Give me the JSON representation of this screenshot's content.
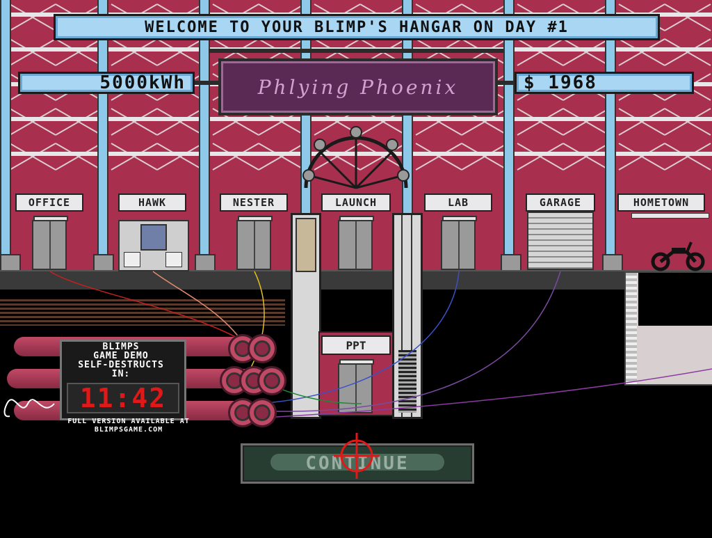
{
  "header": {
    "welcome": "WELCOME TO YOUR BLIMP'S HANGAR ON DAY #1",
    "energy": "5000kWh",
    "blimp_name": "Phlying Phoenix",
    "money": "$ 1968"
  },
  "rooms": [
    {
      "id": "office",
      "label": "OFFICE"
    },
    {
      "id": "hawk",
      "label": "HAWK"
    },
    {
      "id": "nester",
      "label": "NESTER"
    },
    {
      "id": "launch",
      "label": "LAUNCH"
    },
    {
      "id": "lab",
      "label": "LAB"
    },
    {
      "id": "garage",
      "label": "GARAGE"
    },
    {
      "id": "hometown",
      "label": "HOMETOWN"
    }
  ],
  "ppt": {
    "label": "PPT"
  },
  "bomb": {
    "title": "BLIMPS\nGAME DEMO\nSELF-DESTRUCTS\nIN:",
    "timer": "11:42",
    "footer": "FULL VERSION AVAILABLE AT\nBLIMPSGAME.COM"
  },
  "continue_label": "CONTINUE",
  "colors": {
    "wall": "#a8304e",
    "banner": "#a9d7f3",
    "timer": "#e01818",
    "crosshair": "#e01818"
  }
}
